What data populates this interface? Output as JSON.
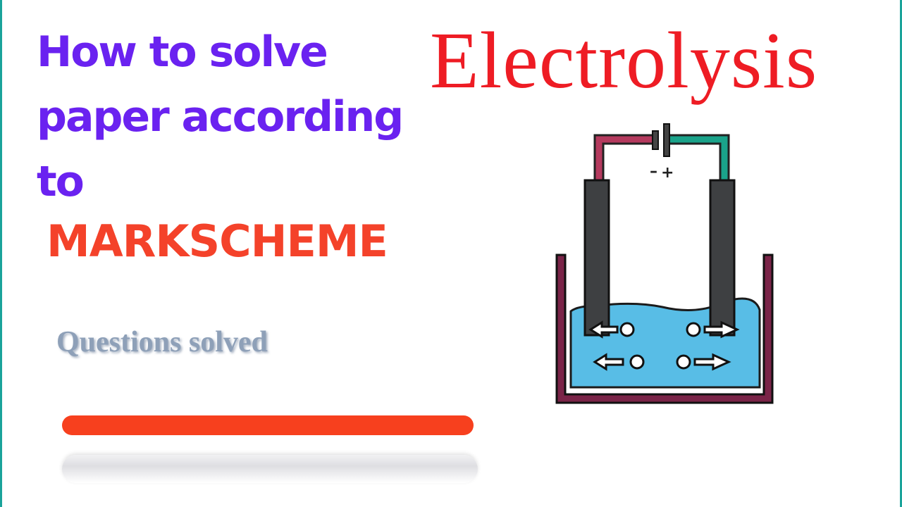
{
  "headline": {
    "lines": [
      "How to solve",
      "paper according",
      "to"
    ],
    "color": "#6a22f0"
  },
  "emphasis": {
    "text": "MARKSCHEME",
    "color": "#f4422a"
  },
  "subtitle": {
    "text": "Questions solved"
  },
  "title": {
    "text": "Electrolysis",
    "color": "#ee1c24"
  },
  "diagram": {
    "battery_polarity": {
      "negative": "–",
      "positive": "+"
    },
    "colors": {
      "container": "#7a2448",
      "electrolyte": "#58bde6",
      "electrode": "#3e4042",
      "left_wire": "#b53a5e",
      "right_wire": "#1aa38a"
    },
    "icons": [
      "battery-icon",
      "ion-left-arrow-icon",
      "ion-right-arrow-icon"
    ]
  },
  "decor": {
    "bar_color": "#f7401e",
    "frame_color": "#1aa39a"
  }
}
